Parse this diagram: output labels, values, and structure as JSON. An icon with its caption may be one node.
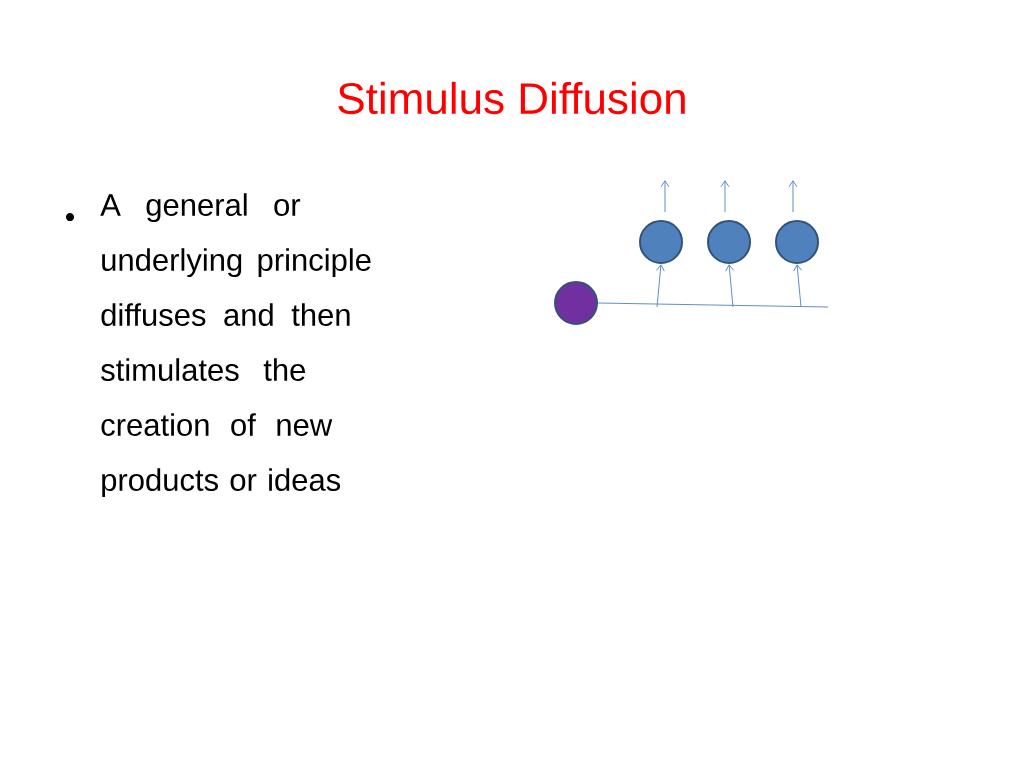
{
  "diagram": {
    "title": "Stimulus Diffusion",
    "nodes": [
      {
        "text": [],
        "shape": "circle"
      },
      {
        "text": [],
        "shape": "circle"
      },
      {
        "text": [],
        "shape": "circle"
      },
      {
        "text": [],
        "shape": "circle"
      }
    ],
    "edges": [
      {
        "from": 0,
        "to": null,
        "arrow": "none"
      },
      {
        "from": null,
        "to": 1,
        "arrow": "to"
      },
      {
        "from": null,
        "to": 2,
        "arrow": "to"
      },
      {
        "from": null,
        "to": 3,
        "arrow": "to"
      }
    ],
    "labels": [
      "•",
      "A general or underlying principle diffuses and then stimulates the creation of new products or ideas"
    ]
  }
}
